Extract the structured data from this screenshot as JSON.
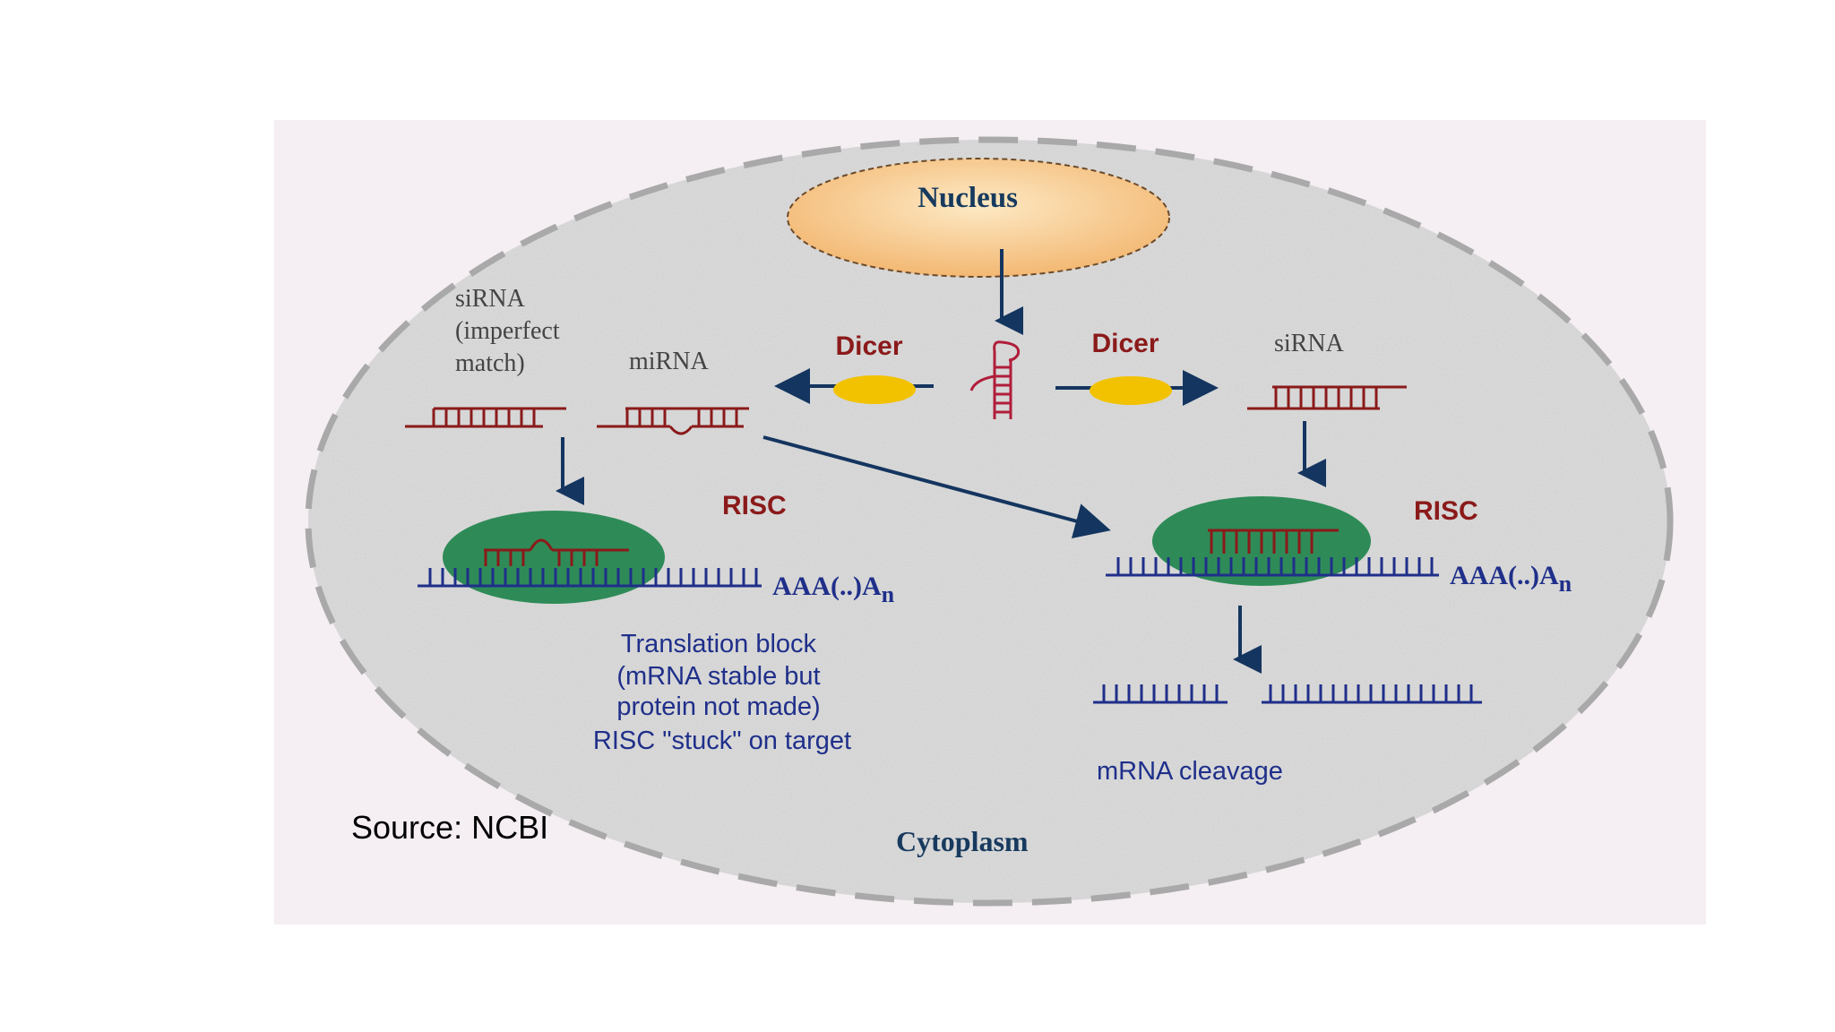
{
  "nucleus": {
    "label": "Nucleus"
  },
  "cytoplasm": {
    "label": "Cytoplasm"
  },
  "dicer_left": {
    "label": "Dicer"
  },
  "dicer_right": {
    "label": "Dicer"
  },
  "left": {
    "sirna_label_lines": [
      "siRNA",
      "(imperfect",
      "match)"
    ],
    "mirna_label": "miRNA",
    "risc_label": "RISC",
    "poly_a_prefix": "AAA(..)A",
    "poly_a_sub": "n",
    "outcome_lines": [
      "Translation block",
      "(mRNA stable but",
      "protein not made)",
      "RISC \"stuck\" on target"
    ]
  },
  "right": {
    "sirna_label": "siRNA",
    "risc_label": "RISC",
    "poly_a_prefix": "AAA(..)A",
    "poly_a_sub": "n",
    "outcome": "mRNA cleavage"
  },
  "source": "Source: NCBI",
  "colors": {
    "background_panel": "#f5eef3",
    "cell_fill": "#dcdcdc",
    "cell_border": "#a9a9a9",
    "nucleus_fill": "#f7c98c",
    "dicer_label": "#8b1a1a",
    "dicer_body": "#f2c200",
    "rna_red": "#8b1a1a",
    "mrna_blue": "#1f2f8a",
    "arrow_navy": "#14355f",
    "risc_green": "#2e8b57",
    "text_blue": "#1f2f8a"
  }
}
